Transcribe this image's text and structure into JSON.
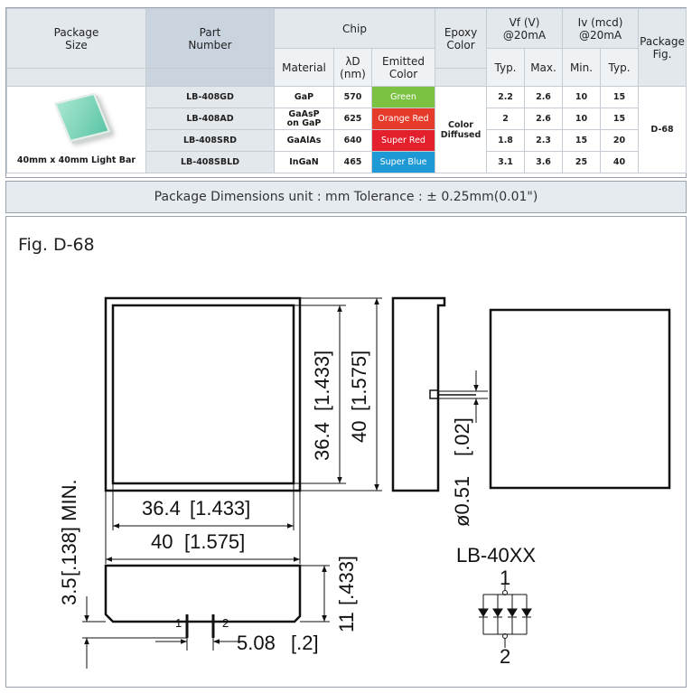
{
  "table": {
    "headers": {
      "package_size": [
        "Package",
        "Size"
      ],
      "part_number": [
        "Part",
        "Number"
      ],
      "chip": "Chip",
      "material": "Material",
      "lambda": [
        "λD",
        "(nm)"
      ],
      "emitted_color": [
        "Emitted",
        "Color"
      ],
      "epoxy_color": [
        "Epoxy",
        "Color"
      ],
      "vf": [
        "Vf (V)",
        "@20mA"
      ],
      "iv": [
        "Iv (mcd)",
        "@20mA"
      ],
      "package_fig": [
        "Package",
        "Fig."
      ],
      "typ": "Typ.",
      "max": "Max.",
      "min": "Min."
    },
    "package_caption": "40mm x 40mm Light Bar",
    "epoxy": [
      "Color",
      "Diffused"
    ],
    "fig": "D-68",
    "rows": [
      {
        "part": "LB-408GD",
        "material": [
          "GaP"
        ],
        "lambda": "570",
        "color": "Green",
        "color_hex": "#7cc242",
        "vf_typ": "2.2",
        "vf_max": "2.6",
        "iv_min": "10",
        "iv_typ": "15"
      },
      {
        "part": "LB-408AD",
        "material": [
          "GaAsP",
          "on GaP"
        ],
        "lambda": "625",
        "color": "Orange Red",
        "color_hex": "#e63a2b",
        "vf_typ": "2",
        "vf_max": "2.6",
        "iv_min": "10",
        "iv_typ": "15"
      },
      {
        "part": "LB-408SRD",
        "material": [
          "GaAlAs"
        ],
        "lambda": "640",
        "color": "Super Red",
        "color_hex": "#e4202d",
        "vf_typ": "1.8",
        "vf_max": "2.3",
        "iv_min": "15",
        "iv_typ": "20"
      },
      {
        "part": "LB-408SBLD",
        "material": [
          "InGaN"
        ],
        "lambda": "465",
        "color": "Super Blue",
        "color_hex": "#1d9ad6",
        "vf_typ": "3.1",
        "vf_max": "3.6",
        "iv_min": "25",
        "iv_typ": "40"
      }
    ]
  },
  "dimensions_bar": "Package Dimensions   unit : mm  Tolerance : ± 0.25mm(0.01\")",
  "figure": {
    "label": "Fig. D-68",
    "dims": {
      "inner_width": "36.4",
      "inner_width_in": "[1.433]",
      "outer_width": "40",
      "outer_width_in": "[1.575]",
      "inner_height": "36.4",
      "inner_height_in": "[1.433]",
      "outer_height": "40",
      "outer_height_in": "[1.575]",
      "pin_dia": "ø0.51",
      "pin_dia_in": "[.02]",
      "lead_len": "3.5",
      "lead_len_in": "[.138] MIN.",
      "pitch": "5.08",
      "pitch_in": "[.2]",
      "depth": "11",
      "depth_in": "[.433]",
      "pin1": "1",
      "pin2": "2"
    },
    "schematic": {
      "title": "LB-40XX",
      "pin1": "1",
      "pin2": "2"
    }
  }
}
